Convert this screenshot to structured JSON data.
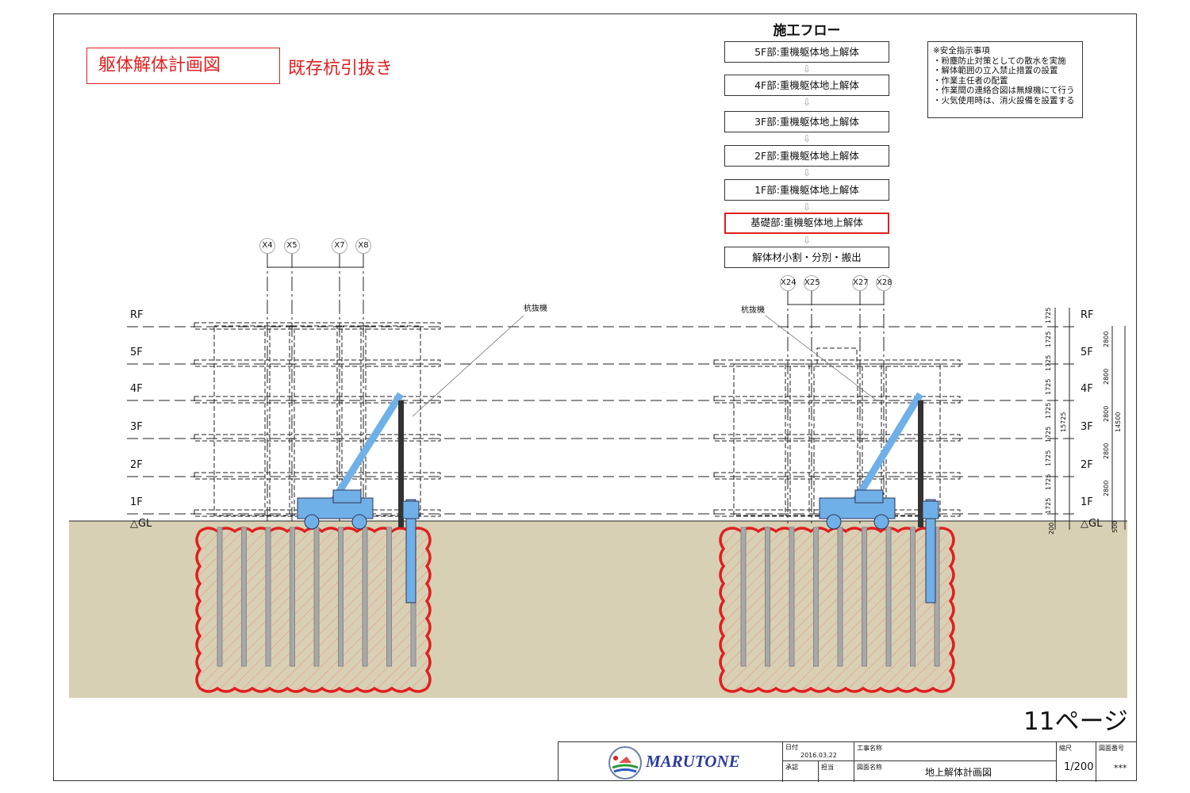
{
  "header": {
    "title": "躯体解体計画図",
    "subtitle": "既存杭引抜き"
  },
  "flow": {
    "title": "施工フロー",
    "steps": [
      {
        "label": "5F部:重機躯体地上解体",
        "highlight": false
      },
      {
        "label": "4F部:重機躯体地上解体",
        "highlight": false
      },
      {
        "label": "3F部:重機躯体地上解体",
        "highlight": false
      },
      {
        "label": "2F部:重機躯体地上解体",
        "highlight": false
      },
      {
        "label": "1F部:重機躯体地上解体",
        "highlight": false
      },
      {
        "label": "基礎部:重機躯体地上解体",
        "highlight": true
      },
      {
        "label": "解体材小割・分別・搬出",
        "highlight": false
      }
    ],
    "arrow": "⇩"
  },
  "safety": {
    "title": "※安全指示事項",
    "items": [
      "・粉塵防止対策としての散水を実施",
      "・解体範囲の立入禁止措置の設置",
      "・作業主任者の配置",
      "・作業間の連絡合図は無線機にて行う",
      "・火気使用時は、消火設備を設置する"
    ]
  },
  "floors": [
    "RF",
    "5F",
    "4F",
    "3F",
    "2F",
    "1F"
  ],
  "ground_label": "△GL",
  "grids_left": [
    "X4",
    "X5",
    "X7",
    "X8"
  ],
  "grids_right": [
    "X24",
    "X25",
    "X27",
    "X28"
  ],
  "machine_label": "杭抜機",
  "dimensions": {
    "floor_small": "1725",
    "total_small": "15725",
    "floor_large": "2800",
    "total_large": "14500",
    "gl_left": "200",
    "gl_right": "500"
  },
  "page_label": "11ページ",
  "title_block": {
    "company": "MARUTONE",
    "date_label": "日付",
    "date": "2016.03.22",
    "approve_label": "承認",
    "charge_label": "担当",
    "project_label": "工事名称",
    "project": "",
    "drawing_label": "図面名称",
    "drawing": "地上解体計画図",
    "scale_label": "縮尺",
    "scale": "1/200",
    "number_label": "図面番号",
    "number": "***"
  },
  "colors": {
    "red": "#e02020",
    "ground": "#d8d0b4",
    "machine": "#6fb0e8",
    "line": "#222"
  }
}
